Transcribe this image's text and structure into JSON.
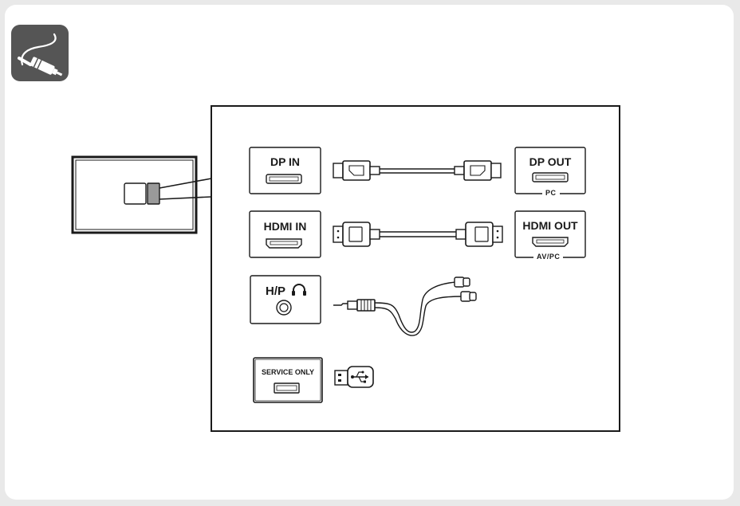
{
  "app_icon": {
    "name": "cable-connection-icon"
  },
  "ports": {
    "dp_in": "DP IN",
    "dp_out": "DP OUT",
    "dp_out_sub": "PC",
    "hdmi_in": "HDMI IN",
    "hdmi_out": "HDMI OUT",
    "hdmi_out_sub": "AV/PC",
    "hp": "H/P",
    "service": "SERVICE ONLY"
  },
  "icons": {
    "headphone": "headphone-icon",
    "usb": "usb-symbol-icon"
  },
  "colors": {
    "icon_tile": "#555555",
    "line": "#1a1a1a",
    "highlight_port": "#9a9a9a"
  }
}
